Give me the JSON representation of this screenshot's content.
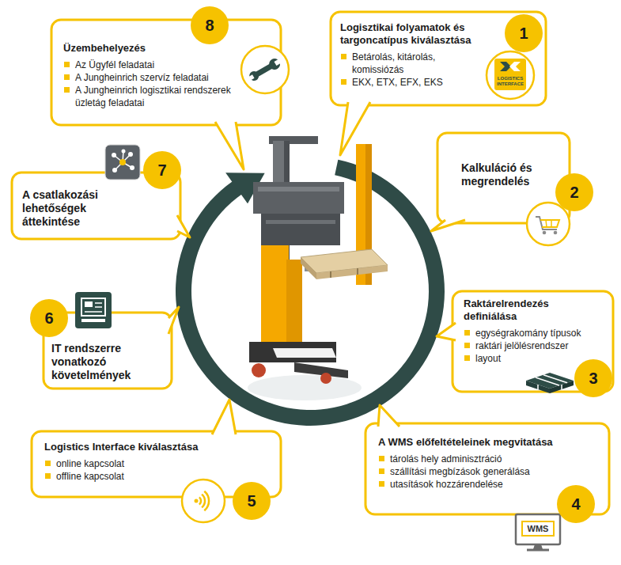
{
  "diagram": {
    "nodes": [
      {
        "text": [
          "Logisztikai folyamatok és targoncatípus kiválasztása",
          "Betárolás, kitárolás, komissiózás",
          "EKX, ETX, EFX, EKS"
        ]
      },
      {
        "text": [
          "Kalkuláció és megrendelés"
        ]
      },
      {
        "text": [
          "Raktárelrendezés definiálása",
          "egységrakomány típusok",
          "raktári jelölésrendszer",
          "layout"
        ]
      },
      {
        "text": [
          "A WMS előfeltételeinek megvitatása",
          "tárolás hely adminisztráció",
          "szállítási megbízások generálása",
          "utasítások hozzárendelése"
        ]
      },
      {
        "text": [
          "Logistics Interface kiválasztása",
          "online kapcsolat",
          "offline kapcsolat"
        ]
      },
      {
        "text": [
          "IT rendszerre vonatkozó követelmények"
        ]
      },
      {
        "text": [
          "A csatlakozási lehetőségek áttekintése"
        ]
      },
      {
        "text": [
          "Üzembehelyezés",
          "Az Ügyfél feladatai",
          "A Jungheinrich szervíz feladatai",
          "A Jungheinrich logisztikai rendszerek üzletág feladatai"
        ]
      }
    ],
    "labels": [
      "1",
      "2",
      "3",
      "4",
      "5",
      "6",
      "7",
      "8",
      "LOGISTICS INTERFACE",
      "WMS"
    ]
  }
}
